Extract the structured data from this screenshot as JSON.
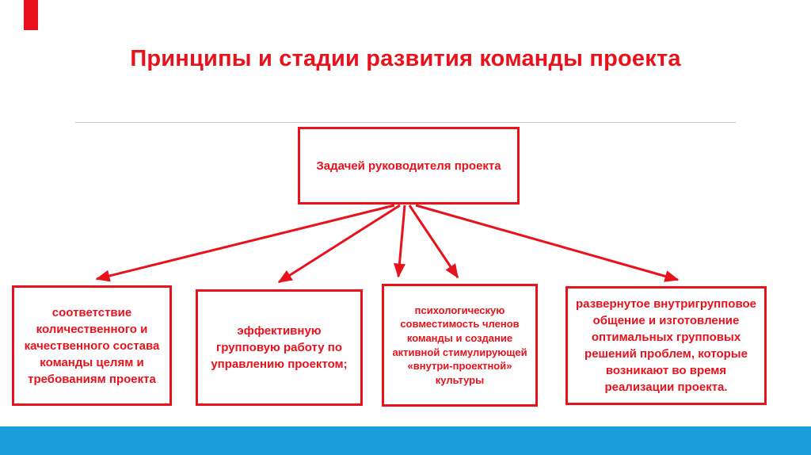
{
  "title": "Принципы и стадии развития команды проекта",
  "root": {
    "label": "Задачей руководителя проекта"
  },
  "boxes": [
    {
      "text": "соответствие количественного и качественного состава команды целям и требованиям проекта"
    },
    {
      "text": "эффективную групповую работу по управлению проектом;"
    },
    {
      "text": "психологическую совместимость членов команды и создание активной стимулирующей «внутри-проектной» культуры"
    },
    {
      "text": "развернутое внутригрупповое общение и изготовление оптимальных групповых решений проблем, которые возникают во время реализации проекта."
    }
  ],
  "colors": {
    "accent_red": "#e8111c",
    "bottom_bar_blue": "#1b9dd9",
    "divider_gray": "#c9c9c9"
  }
}
